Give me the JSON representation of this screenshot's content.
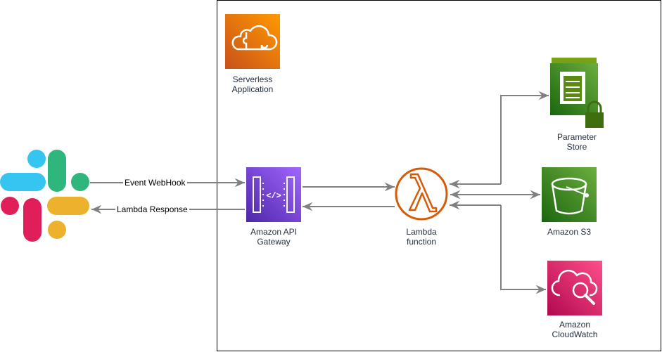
{
  "diagram": {
    "boundary": {
      "label": "Serverless\nApplication",
      "color": "#ed7100"
    },
    "nodes": {
      "slack": {
        "icon": "slack-logo-icon",
        "colors": [
          "#36c5f0",
          "#2eb67d",
          "#e01e5a",
          "#ecb22e"
        ]
      },
      "api_gateway": {
        "label": "Amazon API\nGateway",
        "icon": "api-gateway-icon",
        "color": "#8c4fff"
      },
      "lambda": {
        "label": "Lambda\nfunction",
        "icon": "lambda-icon",
        "color": "#d45b07"
      },
      "parameter_store": {
        "label": "Parameter\nStore",
        "icon": "parameter-store-icon",
        "color": "#7aa116"
      },
      "s3": {
        "label": "Amazon S3",
        "icon": "s3-bucket-icon",
        "color": "#7aa116"
      },
      "cloudwatch": {
        "label": "Amazon\nCloudWatch",
        "icon": "cloudwatch-icon",
        "color": "#e7157b"
      }
    },
    "edges": {
      "event_webhook": "Event WebHook",
      "lambda_response": "Lambda Response"
    },
    "edge_color": "#808080"
  }
}
